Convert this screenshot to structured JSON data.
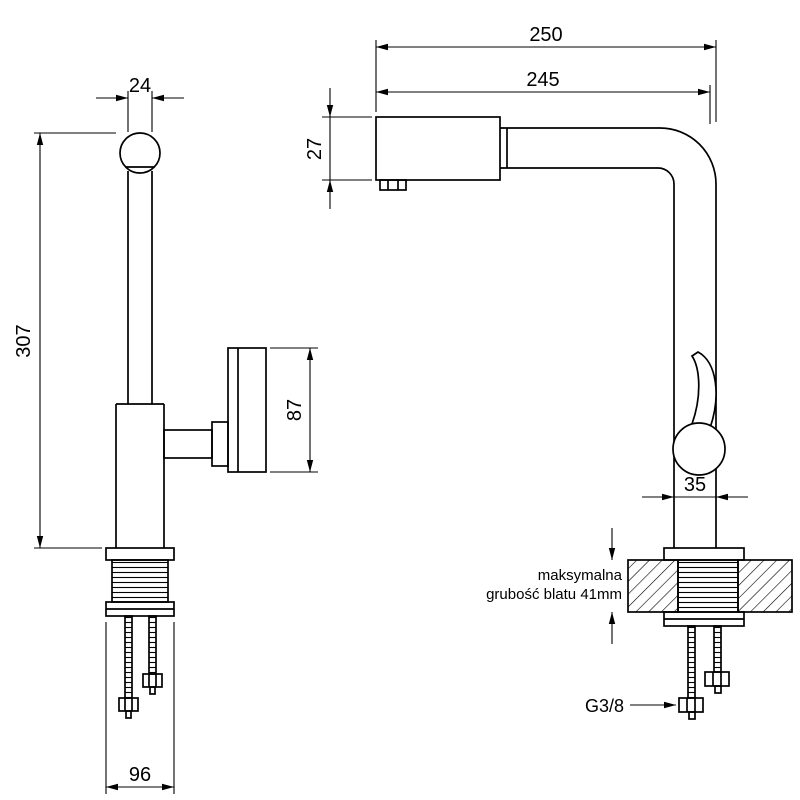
{
  "drawing": {
    "background": "#ffffff",
    "line_color": "#000000",
    "views": {
      "side": {
        "dim_spout_diameter": "24",
        "dim_total_height": "307",
        "dim_handle_height": "87",
        "dim_base_depth": "96"
      },
      "front": {
        "dim_overall_width": "250",
        "dim_spout_reach": "245",
        "dim_spout_height": "27",
        "dim_body_diameter": "35",
        "mount_note_line1": "maksymalna",
        "mount_note_line2": "grubość blatu 41mm",
        "thread_size": "G3/8"
      }
    }
  }
}
